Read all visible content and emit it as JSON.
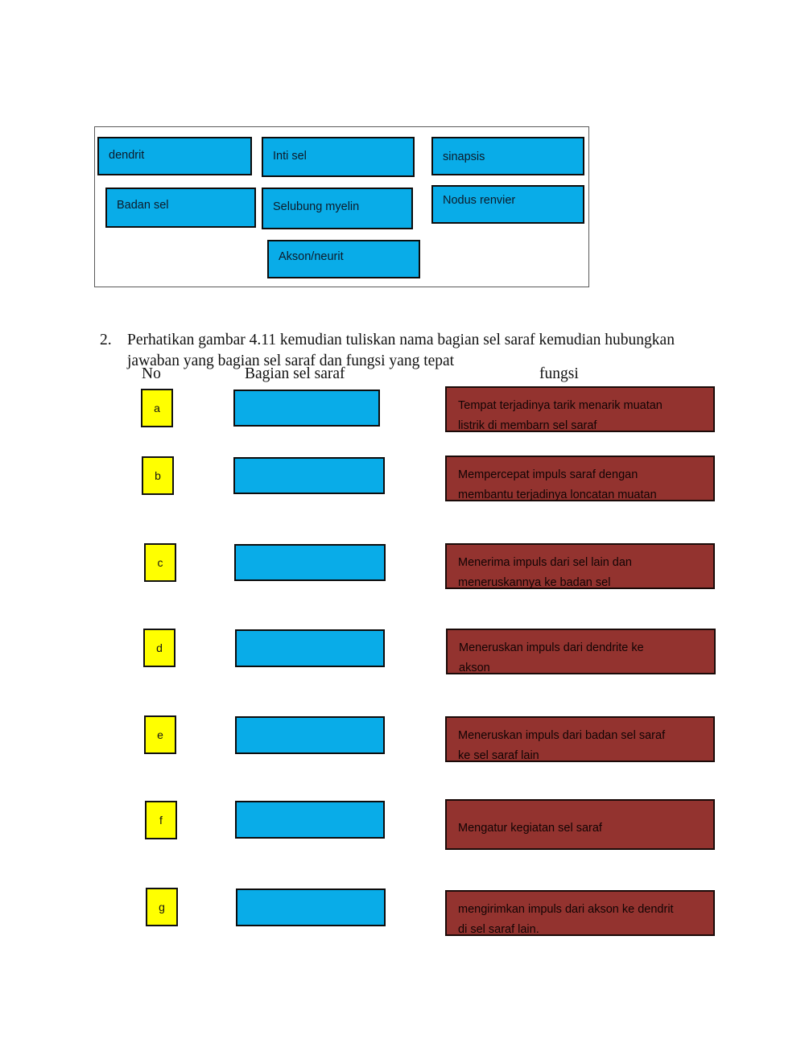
{
  "word_bank": {
    "items": [
      {
        "id": "dendrit",
        "label": "dendrit"
      },
      {
        "id": "intisel",
        "label": "Inti sel"
      },
      {
        "id": "sinapsis",
        "label": "sinapsis"
      },
      {
        "id": "badansel",
        "label": "Badan sel"
      },
      {
        "id": "myelin",
        "label": "Selubung myelin"
      },
      {
        "id": "nodus",
        "label": "Nodus renvier"
      },
      {
        "id": "akson",
        "label": "Akson/neurit"
      }
    ]
  },
  "question": {
    "number": "2.",
    "text": "Perhatikan gambar 4.11 kemudian tuliskan nama bagian sel saraf kemudian hubungkan jawaban yang bagian sel saraf dan fungsi yang tepat"
  },
  "headers": {
    "no": "No",
    "bagian": "Bagian sel saraf",
    "fungsi": "fungsi"
  },
  "rows": [
    {
      "no": "a",
      "answer": "",
      "fungsi_lines": [
        "Tempat terjadinya tarik menarik muatan",
        "listrik di membarn sel saraf"
      ]
    },
    {
      "no": "b",
      "answer": "",
      "fungsi_lines": [
        "Mempercepat impuls saraf dengan",
        "membantu terjadinya loncatan muatan"
      ]
    },
    {
      "no": "c",
      "answer": "",
      "fungsi_lines": [
        "Menerima impuls dari sel lain dan",
        "meneruskannya ke badan sel"
      ]
    },
    {
      "no": "d",
      "answer": "",
      "fungsi_lines": [
        "Meneruskan impuls dari dendrite ke",
        "akson"
      ]
    },
    {
      "no": "e",
      "answer": "",
      "fungsi_lines": [
        "Meneruskan impuls dari badan sel saraf",
        "ke sel saraf lain"
      ]
    },
    {
      "no": "f",
      "answer": "",
      "fungsi_lines": [
        "Mengatur kegiatan sel saraf"
      ]
    },
    {
      "no": "g",
      "answer": "",
      "fungsi_lines": [
        "mengirimkan impuls dari akson ke dendrit",
        "di sel saraf lain."
      ]
    }
  ],
  "colors": {
    "chip_blue": "#09ACE8",
    "chip_yellow": "#FFFF00",
    "chip_maroon": "#93332F",
    "outline_black": "#0c0c0c",
    "page_background": "#FFFFFF"
  }
}
